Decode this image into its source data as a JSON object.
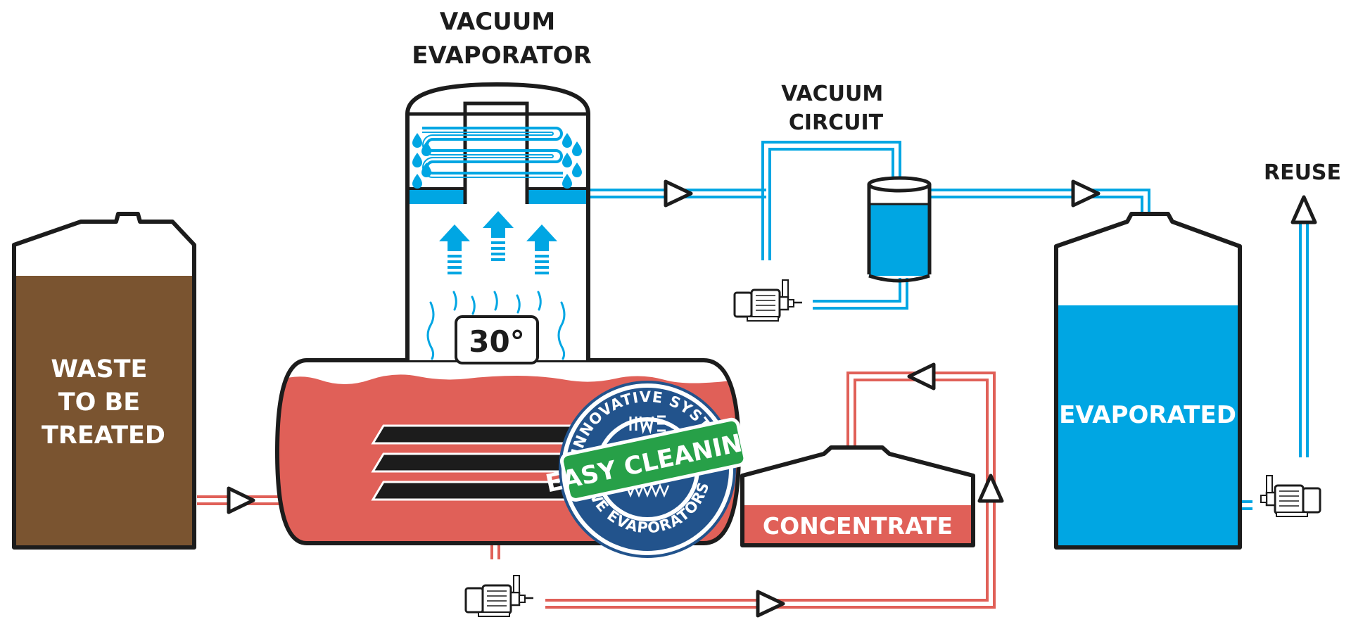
{
  "labels": {
    "evaporator_title_line1": "VACUUM",
    "evaporator_title_line2": "EVAPORATOR",
    "vacuum_circuit_line1": "VACUUM",
    "vacuum_circuit_line2": "CIRCUIT",
    "reuse": "REUSE",
    "waste_line1": "WASTE",
    "waste_line2": "TO BE",
    "waste_line3": "TREATED",
    "temperature": "30°",
    "concentrate": "CONCENTRATE",
    "evaporated": "EVAPORATED"
  },
  "badge": {
    "ring_top": "INNOVATIVE SYSTEM",
    "ring_bottom": "IWE EVAPORATORS",
    "ribbon": "EASY CLEANING"
  },
  "colors": {
    "waste": "#7a5430",
    "boiler_red": "#e06058",
    "blue": "#00a6e3",
    "outline": "#1c1c1c",
    "badge_navy": "#22538c",
    "badge_green": "#27a048"
  },
  "icons": [
    "pump-icon",
    "flow-arrow-icon",
    "droplet-icon",
    "up-arrow-icon",
    "heat-wave-icon"
  ]
}
